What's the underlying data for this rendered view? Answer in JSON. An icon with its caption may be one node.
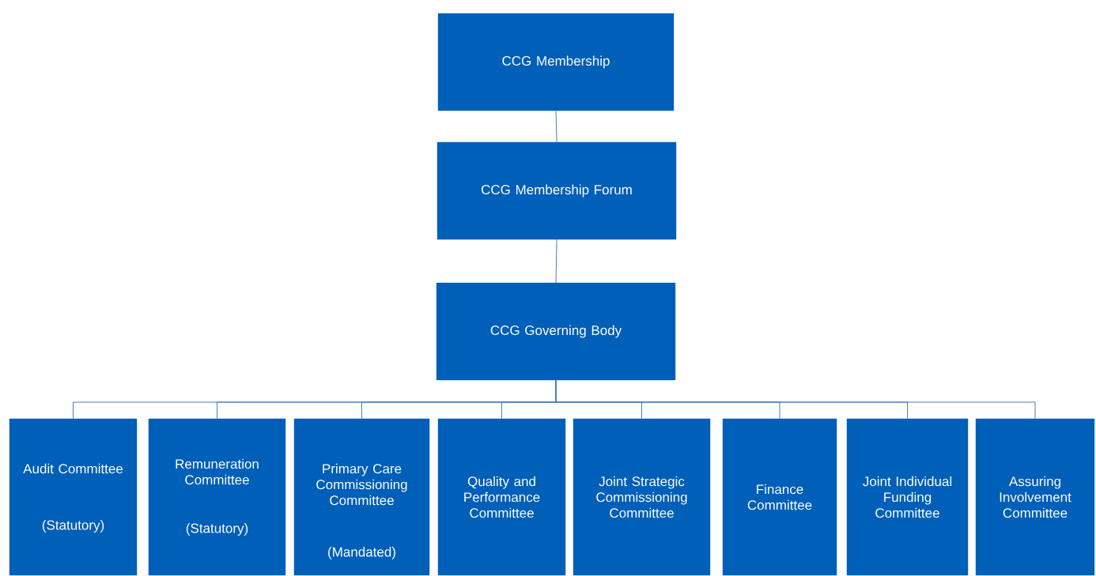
{
  "diagram": {
    "nodes": [
      {
        "text": [
          "CCG Membership"
        ]
      },
      {
        "text": [
          "CCG Membership Forum"
        ]
      },
      {
        "text": [
          "CCG Governing Body"
        ]
      },
      {
        "text": [
          "Audit Committee",
          "(Statutory)"
        ]
      },
      {
        "text": [
          "Remuneration Committee",
          "(Statutory)"
        ]
      },
      {
        "text": [
          "Primary Care Commissioning Committee",
          "(Mandated)"
        ]
      },
      {
        "text": [
          "Quality and Performance Committee"
        ]
      },
      {
        "text": [
          "Joint Strategic Commissioning Committee"
        ]
      },
      {
        "text": [
          "Finance Committee"
        ]
      },
      {
        "text": [
          "Joint Individual Funding Committee"
        ]
      },
      {
        "text": [
          "Assuring Involvement Committee"
        ]
      }
    ],
    "edges": [
      {
        "from": 0,
        "to": 1,
        "arrow": "none"
      },
      {
        "from": 1,
        "to": 2,
        "arrow": "none"
      },
      {
        "from": 2,
        "to": 3,
        "arrow": "none"
      },
      {
        "from": 2,
        "to": 4,
        "arrow": "none"
      },
      {
        "from": 2,
        "to": 5,
        "arrow": "none"
      },
      {
        "from": 2,
        "to": 6,
        "arrow": "none"
      },
      {
        "from": 2,
        "to": 7,
        "arrow": "none"
      },
      {
        "from": 2,
        "to": 8,
        "arrow": "none"
      },
      {
        "from": 2,
        "to": 9,
        "arrow": "none"
      },
      {
        "from": 2,
        "to": 10,
        "arrow": "none"
      }
    ]
  }
}
